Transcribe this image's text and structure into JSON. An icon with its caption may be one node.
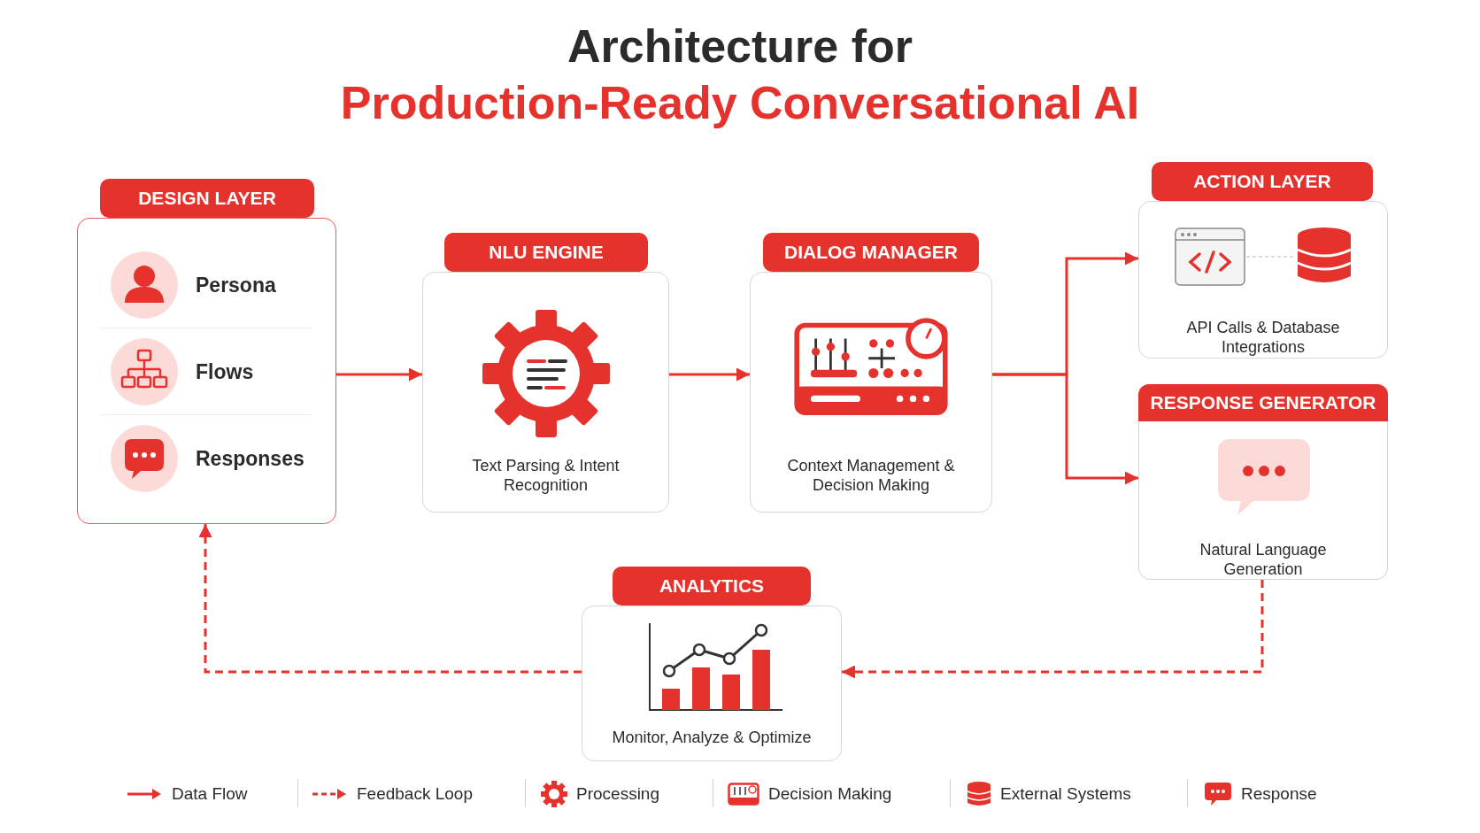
{
  "diagram": {
    "title": "Architecture for **Production-Ready Conversational AI**",
    "nodes": [
      {
        "text": [
          "DESIGN LAYER"
        ]
      },
      {
        "text": [
          "Persona"
        ],
        "in": 0
      },
      {
        "text": [
          "Flows"
        ],
        "in": 0
      },
      {
        "text": [
          "Responses"
        ],
        "in": 0
      },
      {
        "text": [
          "NLU ENGINE",
          "Text Parsing & Intent Recognition"
        ]
      },
      {
        "text": [
          "DIALOG MANAGER",
          "Context Management & Decision Making"
        ]
      },
      {
        "text": [
          "ACTION LAYER",
          "API Calls & Database Integrations"
        ]
      },
      {
        "text": [
          "RESPONSE GENERATOR",
          "Natural Language Generation"
        ]
      },
      {
        "text": [
          "ANALYTICS",
          "Monitor, Analyze & Optimize"
        ]
      }
    ],
    "edges": [
      {
        "from": 0,
        "to": 4,
        "arrow": "to"
      },
      {
        "from": 4,
        "to": 5,
        "arrow": "to"
      },
      {
        "from": 5,
        "to": 6,
        "arrow": "to"
      },
      {
        "from": 5,
        "to": 7,
        "arrow": "to"
      },
      {
        "from": 7,
        "to": 8,
        "arrow": "to",
        "style": "dashed"
      },
      {
        "from": 8,
        "to": 0,
        "arrow": "to",
        "style": "dashed"
      }
    ],
    "legend": [
      {
        "text": "Data Flow"
      },
      {
        "text": "Feedback Loop"
      },
      {
        "text": "Processing"
      },
      {
        "text": "Decision Making"
      },
      {
        "text": "External Systems"
      },
      {
        "text": "Response"
      }
    ]
  }
}
